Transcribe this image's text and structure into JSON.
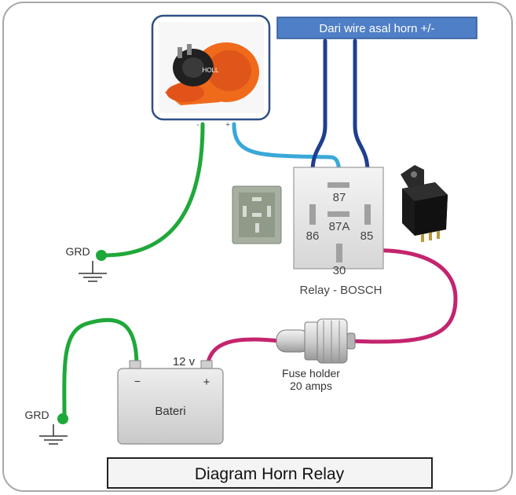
{
  "banner": {
    "text": "Dari wire asal horn +/-"
  },
  "horn": {
    "label": "HOLL",
    "term_neg": "-",
    "term_pos": "+"
  },
  "relay": {
    "pin_87": "87",
    "pin_87a": "87A",
    "pin_86": "86",
    "pin_85": "85",
    "pin_30": "30",
    "caption": "Relay - BOSCH"
  },
  "ground": {
    "label_top": "GRD",
    "label_bottom": "GRD"
  },
  "battery": {
    "label": "Bateri",
    "voltage": "12 v",
    "term_neg": "−",
    "term_pos": "+"
  },
  "fuse": {
    "line1": "Fuse holder",
    "line2": "20 amps"
  },
  "title": {
    "text": "Diagram Horn Relay"
  },
  "colors": {
    "wire_green": "#1fa83a",
    "wire_blue": "#1f3f8f",
    "wire_cyan": "#3aa8d8",
    "wire_magenta": "#c4246e",
    "banner_fill": "#4f7fc6",
    "horn_orange": "#f06a1c"
  }
}
